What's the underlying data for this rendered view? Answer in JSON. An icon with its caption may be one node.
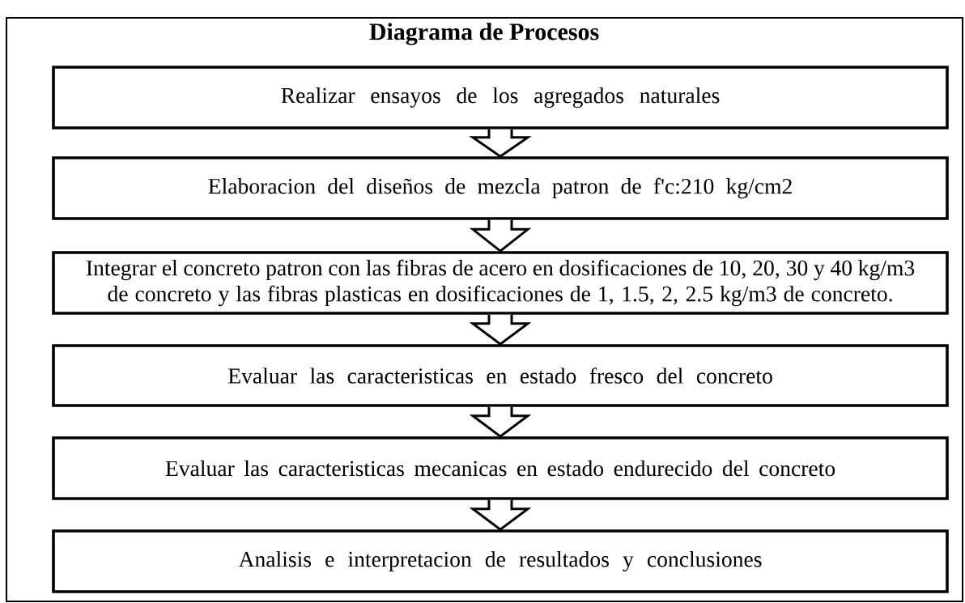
{
  "diagram": {
    "nodes": [
      {
        "text": [
          "Diagrama de Procesos"
        ]
      },
      {
        "text": [
          "Realizar ensayos de los agregados naturales"
        ],
        "in": 0
      },
      {
        "text": [
          "Elaboracion del diseños de mezcla patron de f'c:210 kg/cm2"
        ],
        "in": 0
      },
      {
        "text": [
          "Integrar el concreto patron con las fibras de acero en dosificaciones de 10, 20, 30 y 40 kg/m3 de concreto y las fibras plasticas en dosificaciones de 1, 1.5, 2, 2.5 kg/m3 de concreto."
        ],
        "in": 0
      },
      {
        "text": [
          "Evaluar las caracteristicas en estado fresco del concreto"
        ],
        "in": 0
      },
      {
        "text": [
          "Evaluar las caracteristicas mecanicas en estado endurecido del concreto"
        ],
        "in": 0
      },
      {
        "text": [
          "Analisis e interpretacion de resultados y conclusiones"
        ],
        "in": 0
      }
    ],
    "edges": [
      {
        "from": 1,
        "to": 2,
        "arrow": "to"
      },
      {
        "from": 2,
        "to": 3,
        "arrow": "to"
      },
      {
        "from": 3,
        "to": 4,
        "arrow": "to"
      },
      {
        "from": 4,
        "to": 5,
        "arrow": "to"
      },
      {
        "from": 5,
        "to": 6,
        "arrow": "to"
      }
    ]
  }
}
